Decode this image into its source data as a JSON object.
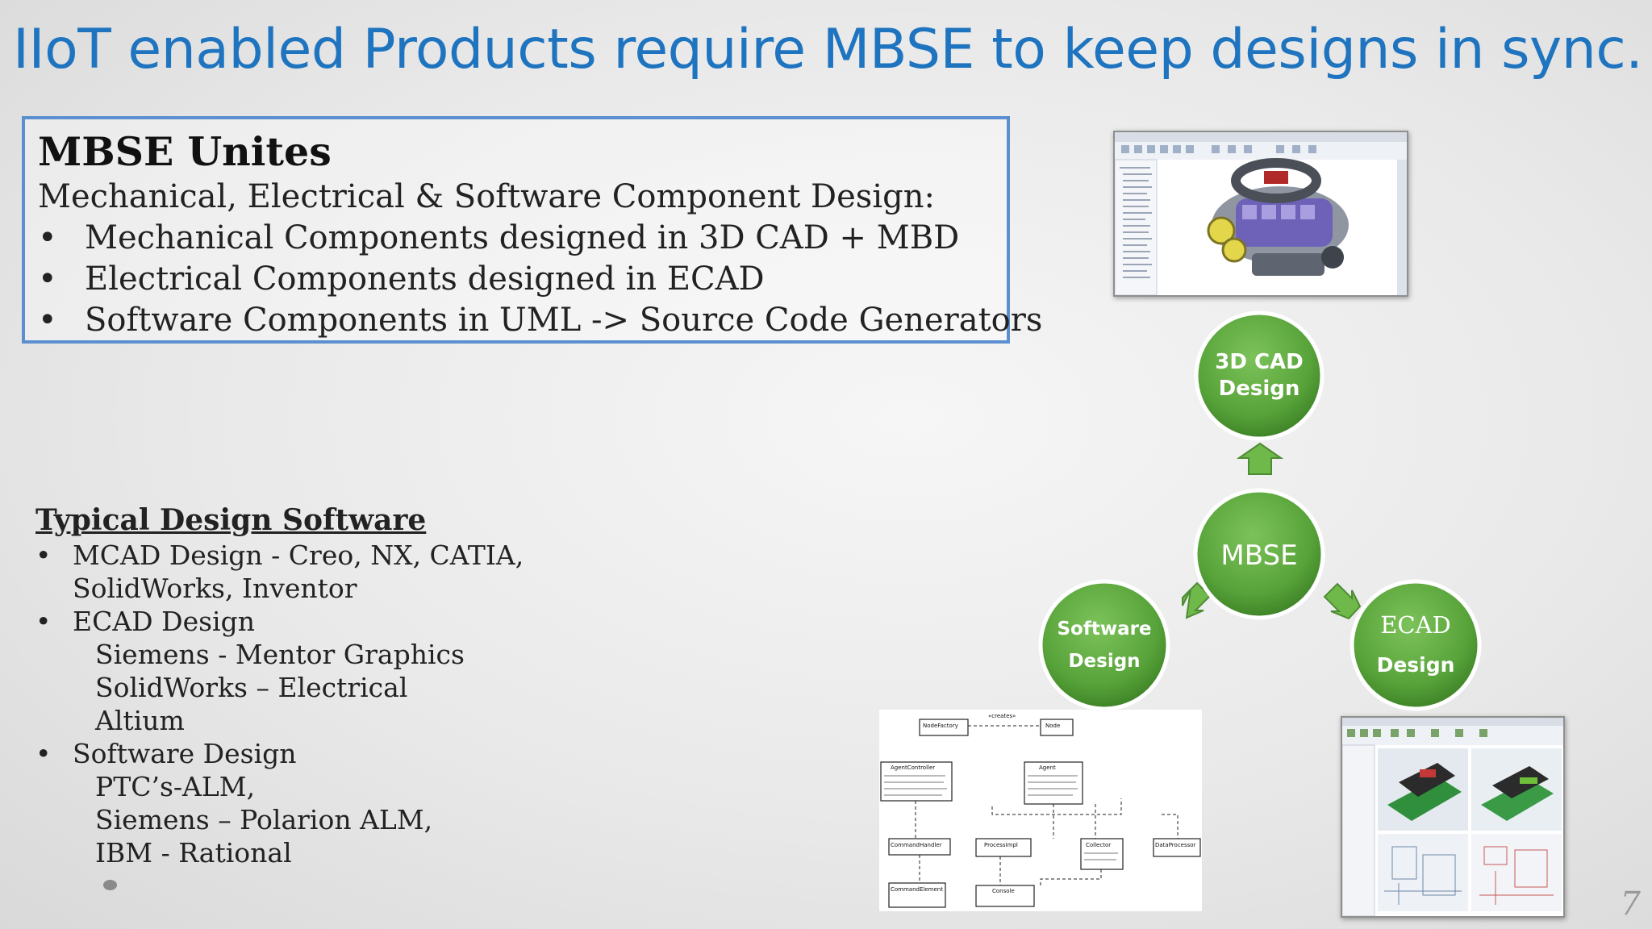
{
  "title": "IIoT enabled Products require MBSE to keep designs in sync.",
  "unites": {
    "heading": "MBSE Unites",
    "subheading": "Mechanical, Electrical & Software Component Design:",
    "bullets": [
      "Mechanical Components designed in 3D CAD + MBD",
      "Electrical Components designed in ECAD",
      "Software Components in UML -> Source Code Generators"
    ]
  },
  "software": {
    "heading": "Typical Design Software",
    "mcad": {
      "line1": "MCAD Design - Creo, NX, CATIA,",
      "line2": "SolidWorks, Inventor"
    },
    "ecad": {
      "label": "ECAD Design",
      "items": [
        "Siemens - Mentor Graphics",
        "SolidWorks – Electrical",
        "Altium"
      ]
    },
    "sw": {
      "label": "Software Design",
      "items": [
        "PTC’s-ALM,",
        "Siemens – Polarion ALM,",
        "IBM - Rational"
      ]
    }
  },
  "diagram": {
    "center": "MBSE",
    "top": {
      "line1": "3D CAD",
      "line2": "Design"
    },
    "left": {
      "line1": "Software",
      "line2": "Design"
    },
    "right": {
      "line1": "ECAD",
      "line2": "Design"
    }
  },
  "uml": {
    "classes": [
      "NodeFactory",
      "Node",
      "AgentController",
      "Agent",
      "CommandHandler",
      "ProcessImpl",
      "Collector",
      "DataProcessor",
      "CommandElement",
      "Console"
    ],
    "stereotype": "«creates»"
  },
  "page_number": "7",
  "colors": {
    "title": "#1f74c0",
    "box_border": "#5b8fd0",
    "circle_green": "#5aa63a",
    "arrow_green": "#6fb84a"
  }
}
